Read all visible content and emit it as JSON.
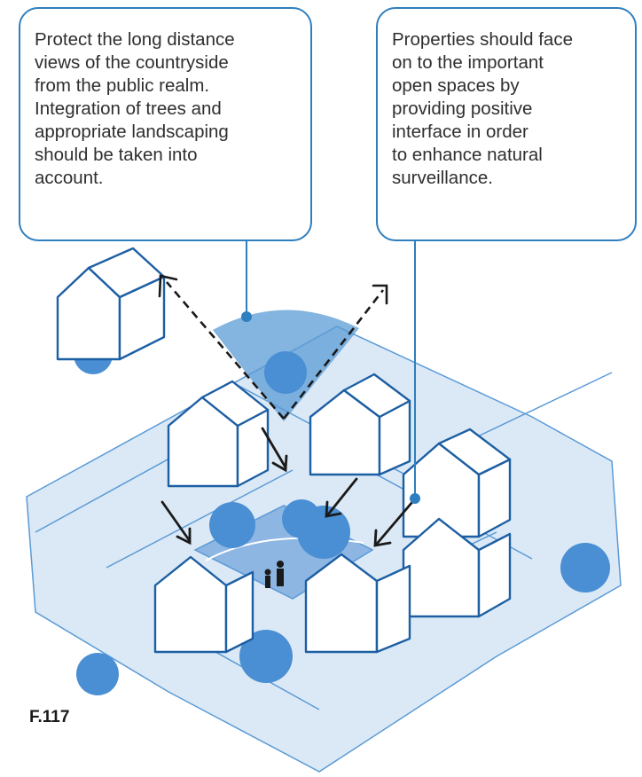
{
  "callouts": {
    "left": "Protect the long distance\nviews of the countryside\nfrom the public realm.\nIntegration of trees and\nappropriate landscaping\nshould be taken into\naccount.",
    "right": "Properties should face\non to the important\nopen spaces by\nproviding positive\ninterface in order\nto enhance natural\nsurveillance."
  },
  "figure_label": "F.117",
  "colors": {
    "accent": "#2e7fbf",
    "ground": "#dbe9f6",
    "plot": "#c7dcf1",
    "tree": "#4a8fd3",
    "green": "#8db6e3",
    "house_outline": "#1d5fa3"
  }
}
